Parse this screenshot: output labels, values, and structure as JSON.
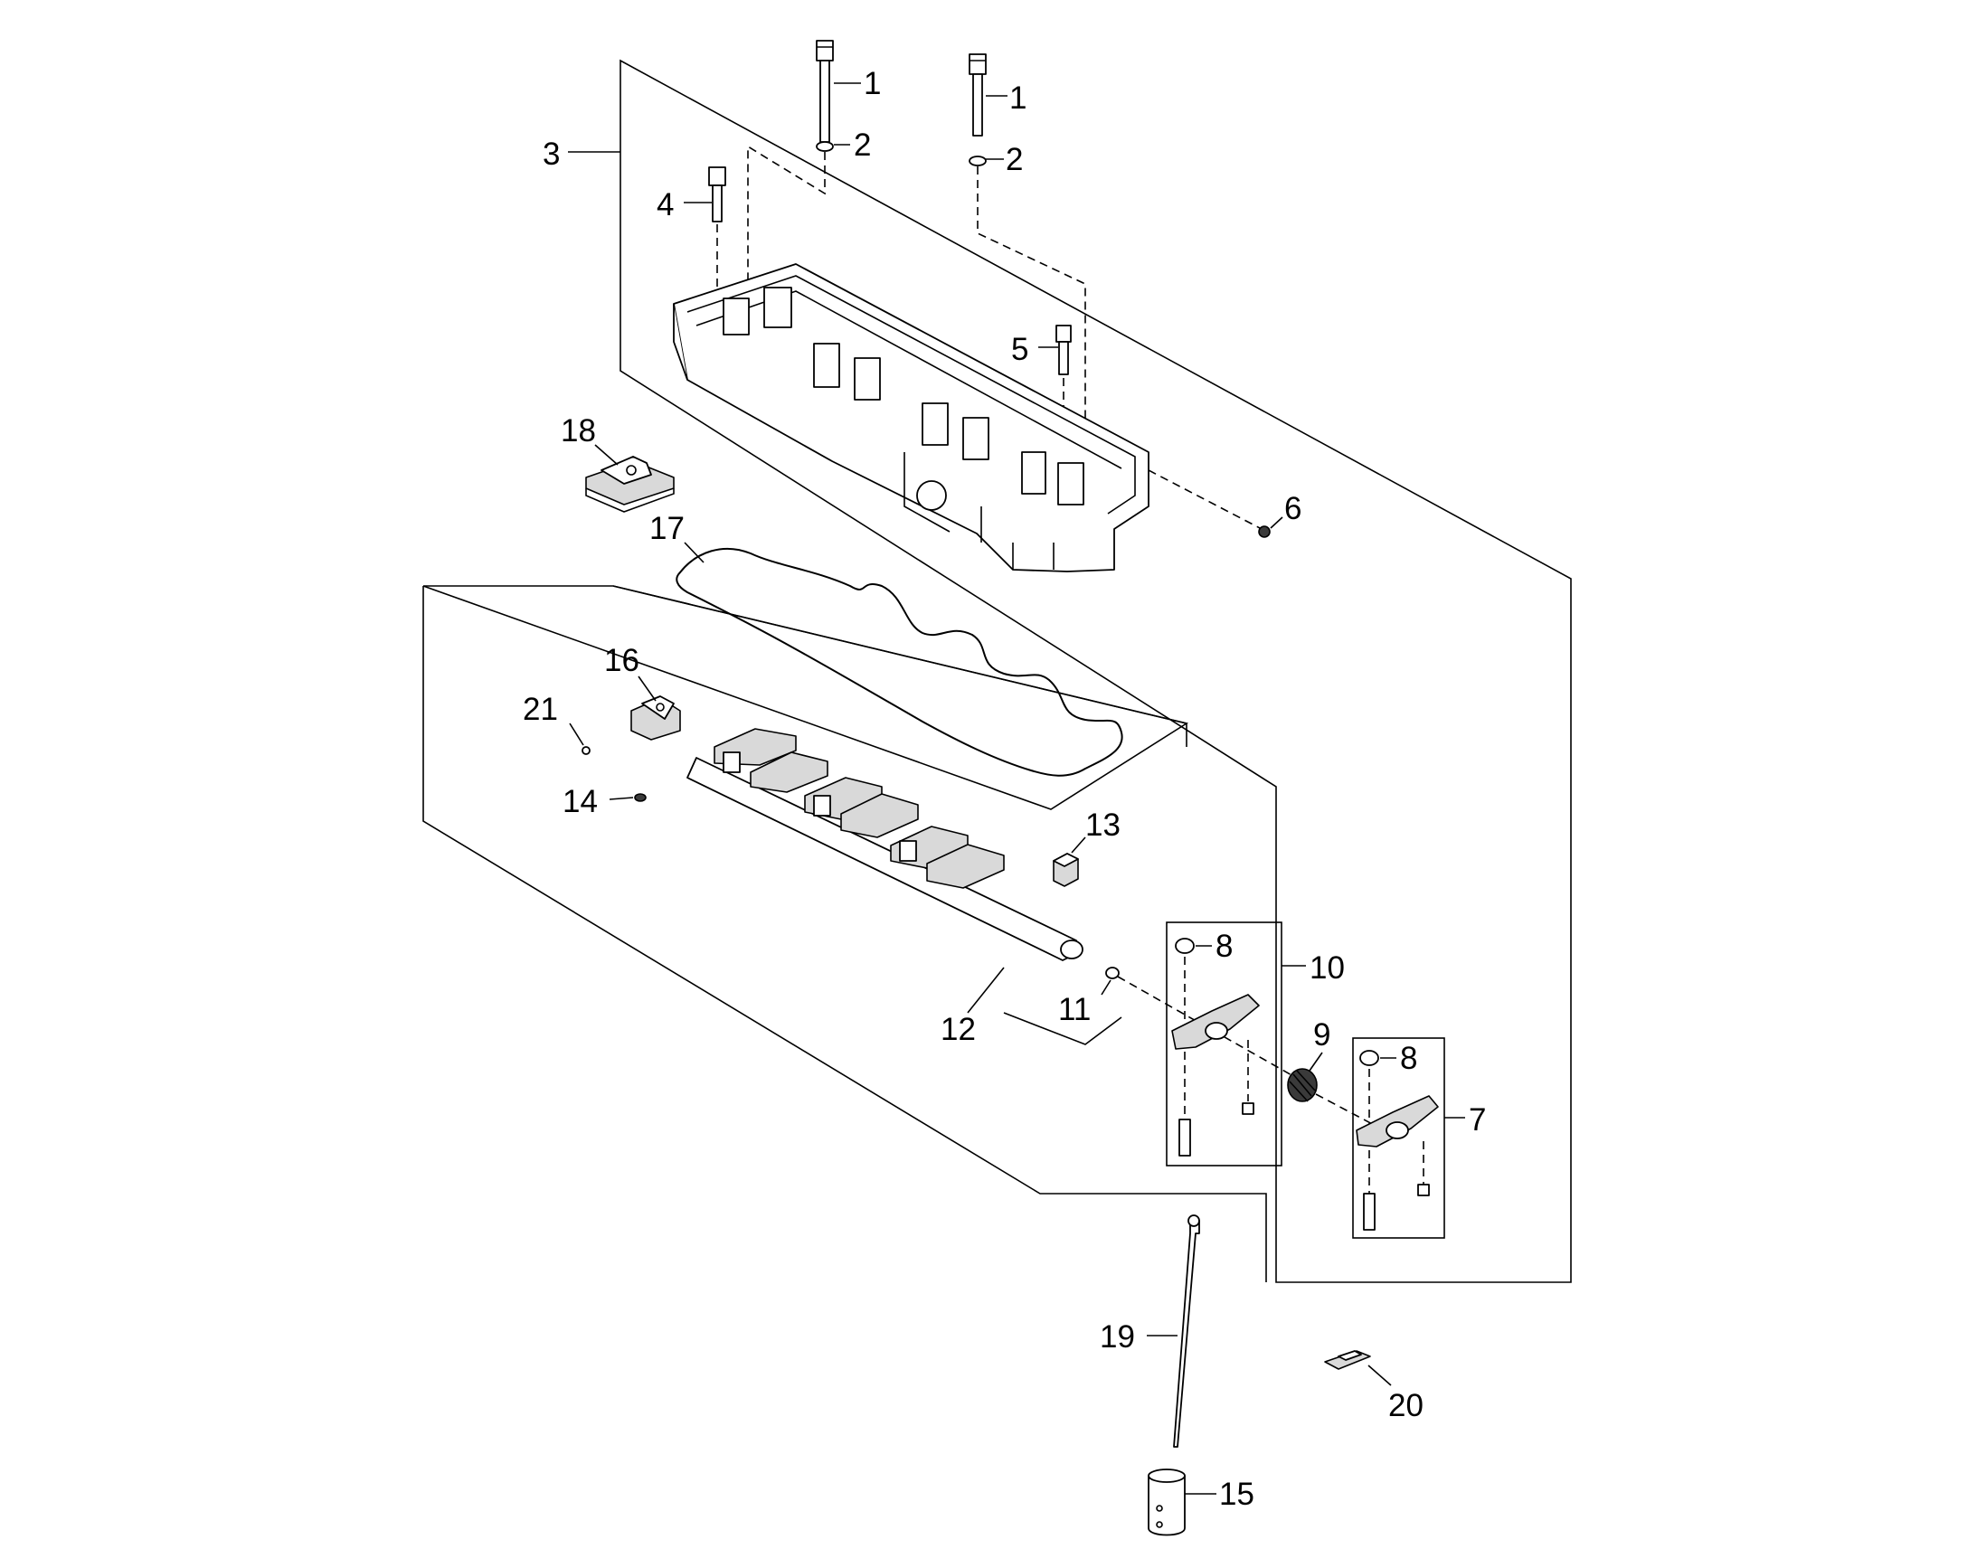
{
  "callouts": {
    "c1a": "1",
    "c1b": "1",
    "c2a": "2",
    "c2b": "2",
    "c3": "3",
    "c4": "4",
    "c5": "5",
    "c6": "6",
    "c7": "7",
    "c8a": "8",
    "c8b": "8",
    "c9": "9",
    "c10": "10",
    "c11": "11",
    "c12": "12",
    "c13": "13",
    "c14": "14",
    "c15": "15",
    "c16": "16",
    "c17": "17",
    "c18": "18",
    "c19": "19",
    "c20": "20",
    "c21": "21"
  }
}
